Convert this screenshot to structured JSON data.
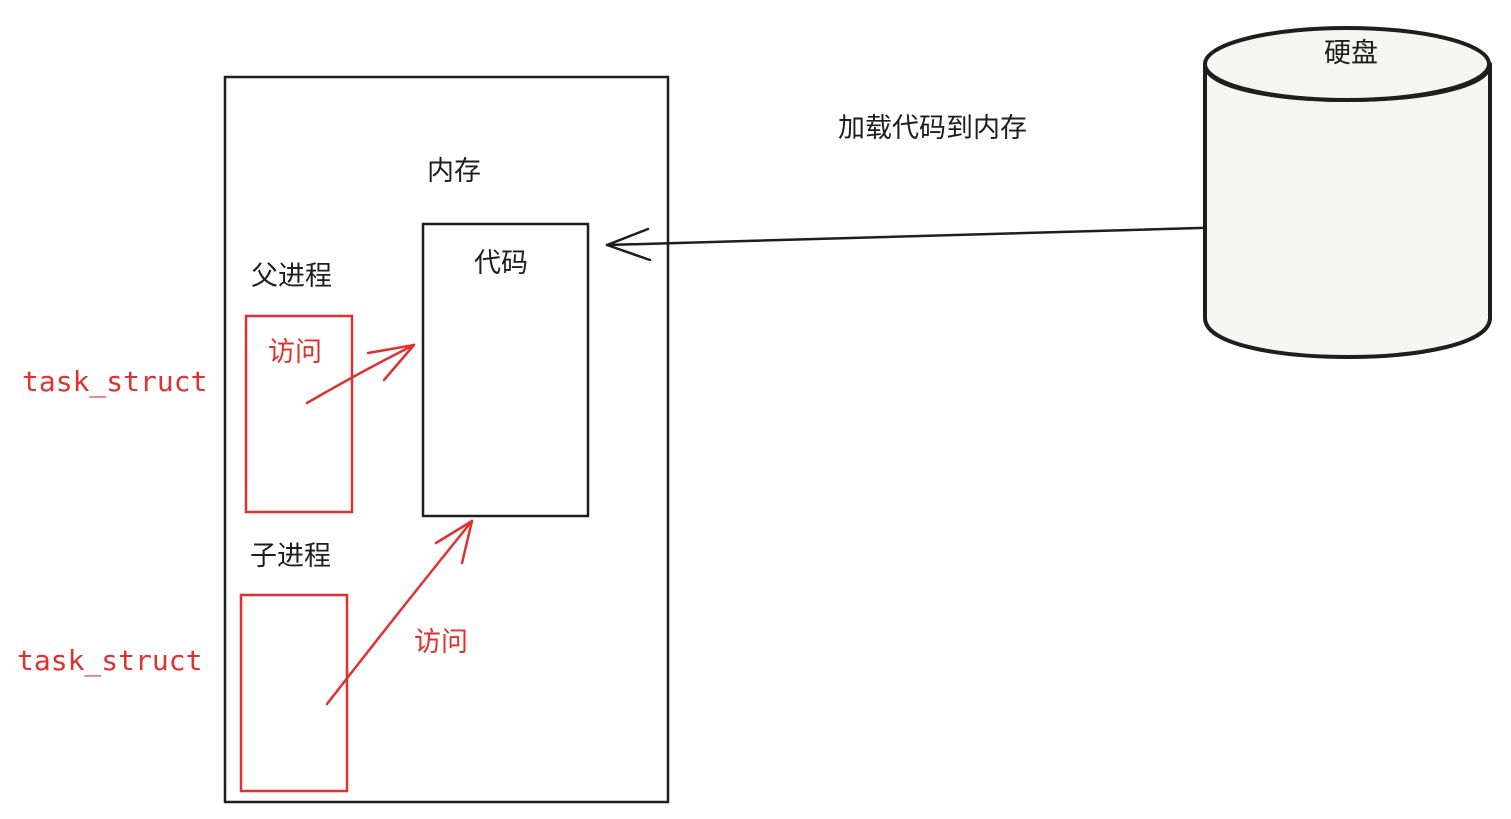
{
  "labels": {
    "memory": "内存",
    "code": "代码",
    "parent_process": "父进程",
    "child_process": "子进程",
    "access_parent": "访问",
    "access_child": "访问",
    "task_struct_parent": "task_struct",
    "task_struct_child": "task_struct",
    "load_code": "加载代码到内存",
    "disk": "硬盘"
  },
  "colors": {
    "stroke": "#1e1e1e",
    "accent": "#e03131",
    "disk_fill": "#f5f5f4"
  }
}
